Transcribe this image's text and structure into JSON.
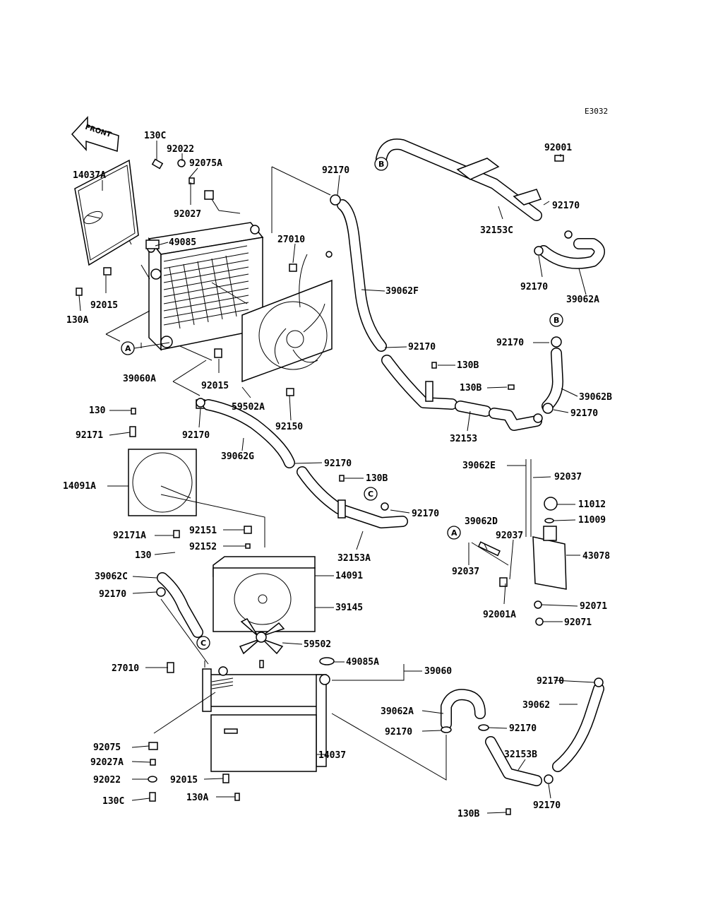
{
  "code": "E3032",
  "front_label": "FRONT",
  "refs": {
    "a": "A",
    "b": "B",
    "c": "C"
  },
  "labels": {
    "l130c_top": "130C",
    "l92022_top": "92022",
    "l92075a": "92075A",
    "l14037a": "14037A",
    "l92027_top": "92027",
    "l49085": "49085",
    "l27010_top": "27010",
    "l92015_left": "92015",
    "l130a_top": "130A",
    "l92170_a": "92170",
    "l39062f": "39062F",
    "l92001": "92001",
    "l92170_b": "92170",
    "l32153c": "32153C",
    "l92170_c": "92170",
    "l39062a": "39062A",
    "l92170_d": "92170",
    "l92170_e": "92170",
    "l130b_a": "130B",
    "l130b_b": "130B",
    "l39062b": "39062B",
    "l92170_f": "92170",
    "l32153": "32153",
    "l39060a": "39060A",
    "l92015_mid": "92015",
    "l59502a": "59502A",
    "l92150": "92150",
    "l130_a": "130",
    "l92171": "92171",
    "l92170_g": "92170",
    "l39062g": "39062G",
    "l92170_h": "92170",
    "l14091a": "14091A",
    "l130b_c": "130B",
    "l92170_i": "92170",
    "l32153a": "32153A",
    "l39062e": "39062E",
    "l92037_a": "92037",
    "l11012": "11012",
    "l11009": "11009",
    "l39062d": "39062D",
    "l92037_b": "92037",
    "l43078": "43078",
    "l92037_c": "92037",
    "l92171a": "92171A",
    "l92151": "92151",
    "l130_b": "130",
    "l92152": "92152",
    "l39062c": "39062C",
    "l14091": "14091",
    "l92170_j": "92170",
    "l39145": "39145",
    "l92001a": "92001A",
    "l92071_a": "92071",
    "l92071_b": "92071",
    "l59502": "59502",
    "l27010_bot": "27010",
    "l49085a": "49085A",
    "l39060": "39060",
    "l92170_k": "92170",
    "l39062": "39062",
    "l39062a_bot": "39062A",
    "l92170_l": "92170",
    "l92170_m": "92170",
    "l32153b": "32153B",
    "l92075": "92075",
    "l14037": "14037",
    "l92027a": "92027A",
    "l92022_bot": "92022",
    "l92015_bot": "92015",
    "l92170_n": "92170",
    "l130c_bot": "130C",
    "l130a_bot": "130A",
    "l130b_d": "130B"
  }
}
